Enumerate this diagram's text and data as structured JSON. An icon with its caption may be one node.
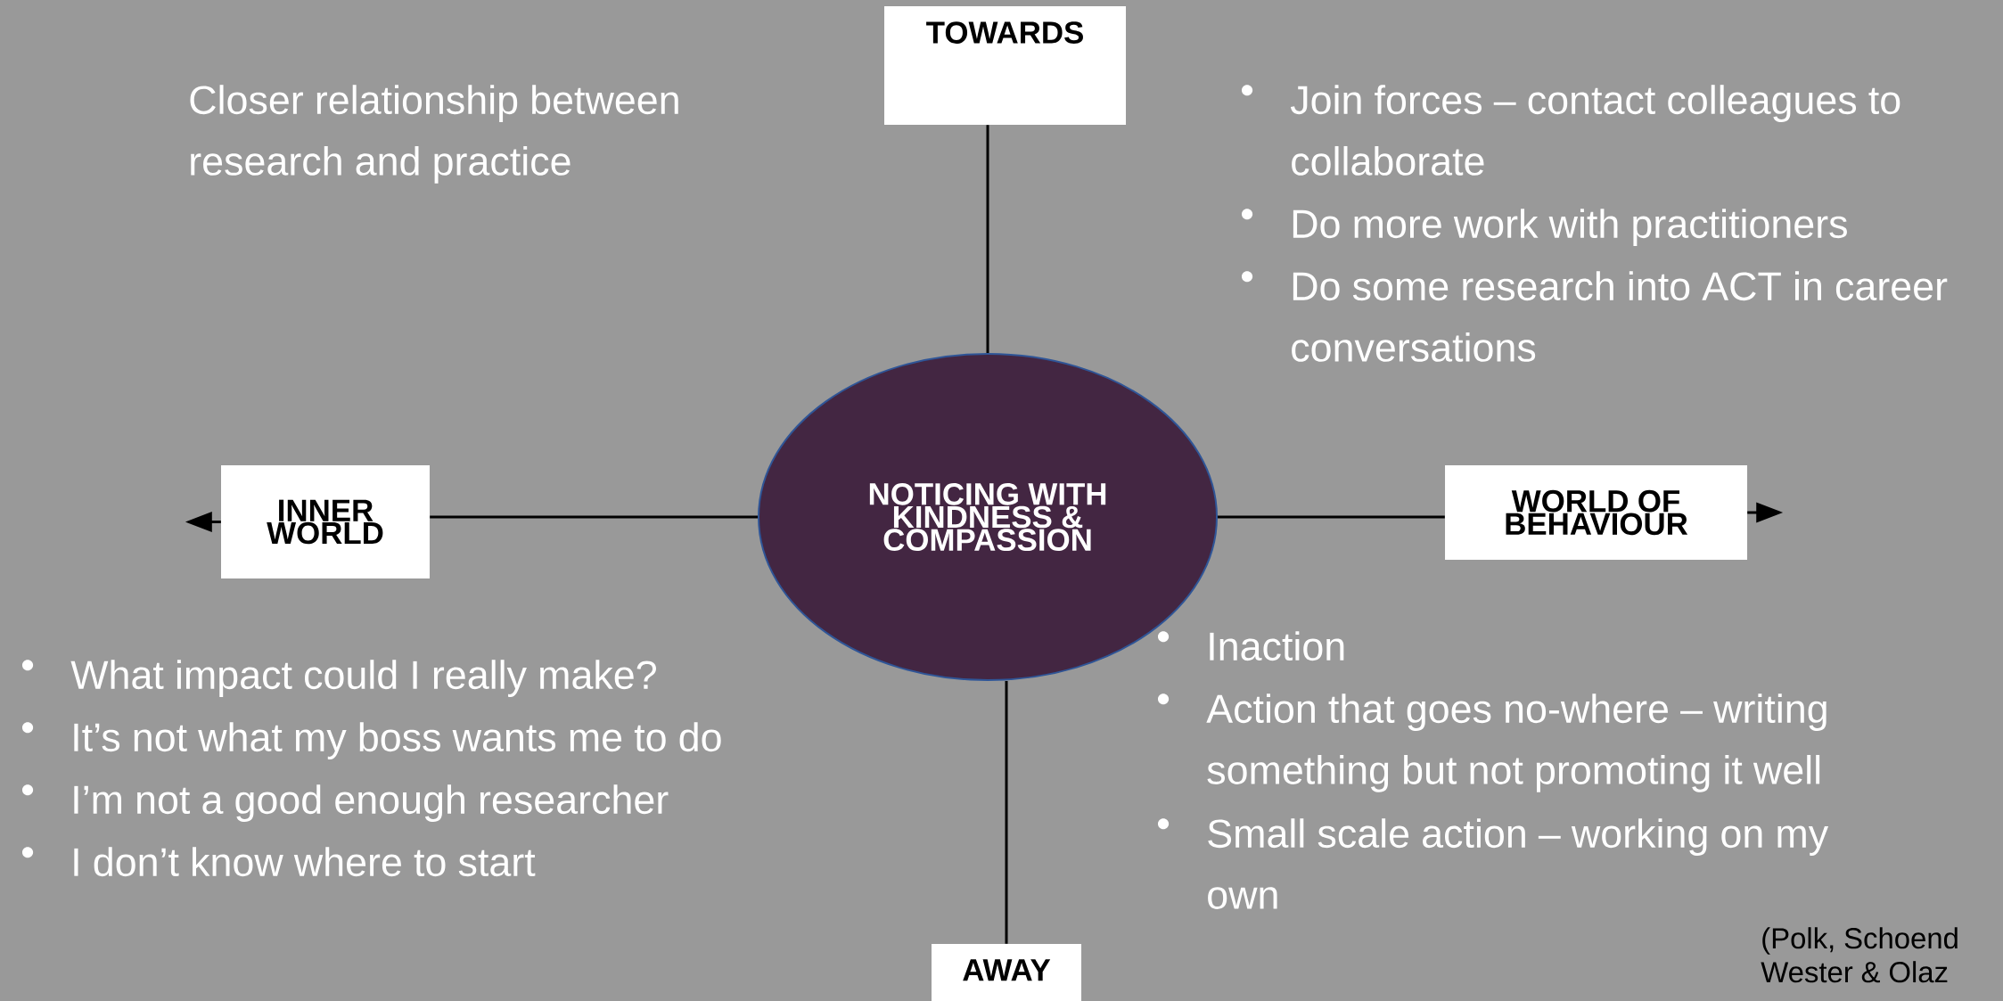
{
  "diagram": {
    "nodes": [
      {
        "text": [
          "TOWARDS"
        ]
      },
      {
        "text": [
          "INNER WORLD"
        ]
      },
      {
        "text": [
          "NOTICING WITH KINDNESS & COMPASSION"
        ]
      },
      {
        "text": [
          "WORLD OF BEHAVIOUR"
        ]
      },
      {
        "text": [
          "AWAY"
        ]
      }
    ],
    "edges": [
      {
        "from": 0,
        "to": 2,
        "arrow": "none"
      },
      {
        "from": 2,
        "to": 1,
        "arrow": "none"
      },
      {
        "from": 2,
        "to": 3,
        "arrow": "none"
      },
      {
        "from": 2,
        "to": 4,
        "arrow": "none"
      }
    ],
    "labels": [
      "Closer relationship between research and practice",
      "•",
      "Join forces – contact colleagues to collaborate",
      "•",
      "Do more work with practitioners",
      "•",
      "Do some research into ACT in career conversations",
      "•",
      "What impact could I really make?",
      "•",
      "It’s not what my boss wants me to do",
      "•",
      "I’m not a good enough researcher",
      "•",
      "I don’t know where to start",
      "•",
      "Inaction",
      "•",
      "Action that goes no-where – writing something but not promoting it well",
      "•",
      "Small scale action – working on my own",
      "(Polk, Schoend",
      "Wester & Olaz"
    ]
  }
}
